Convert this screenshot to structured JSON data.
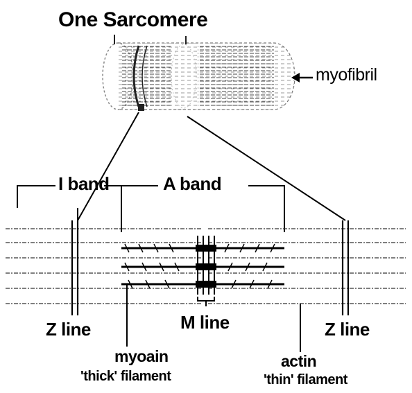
{
  "title": "One Sarcomere",
  "labels": {
    "myofibril": "myofibril",
    "i_band": "I band",
    "a_band": "A band",
    "z_line_left": "Z line",
    "m_line": "M line",
    "z_line_right": "Z line",
    "myosin_name": "myoain",
    "myosin_desc": "'thick' filament",
    "actin_name": "actin",
    "actin_desc": "'thin' filament"
  },
  "colors": {
    "ink": "#000000",
    "background": "#ffffff",
    "stipple": "#555555"
  }
}
